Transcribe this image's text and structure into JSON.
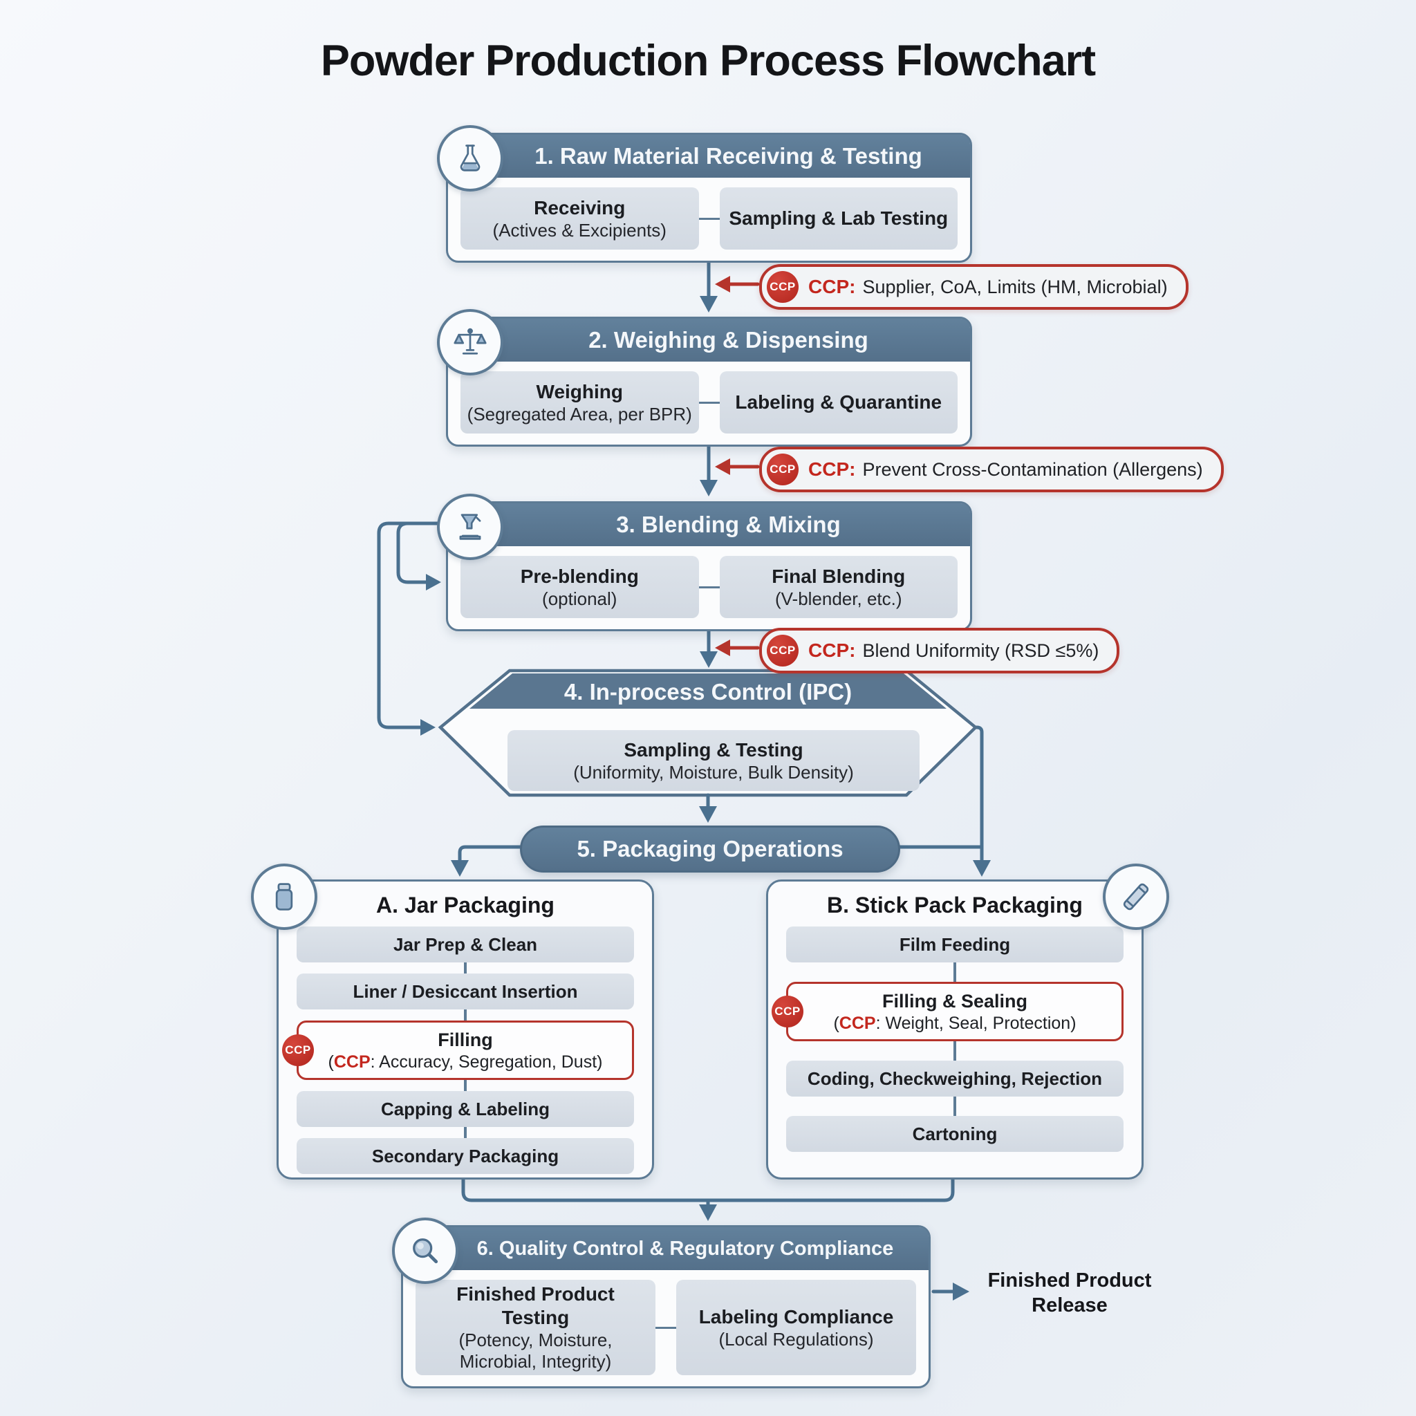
{
  "title": "Powder Production Process Flowchart",
  "stages": {
    "s1": {
      "title": "1. Raw Material Receiving & Testing",
      "icon": "flask-icon",
      "sub1_line1": "Receiving",
      "sub1_line2": "(Actives & Excipients)",
      "sub2_line1": "Sampling & Lab Testing"
    },
    "s2": {
      "title": "2. Weighing & Dispensing",
      "icon": "scale-icon",
      "sub1_line1": "Weighing",
      "sub1_line2": "(Segregated Area, per BPR)",
      "sub2_line1": "Labeling & Quarantine"
    },
    "s3": {
      "title": "3. Blending & Mixing",
      "icon": "funnel-icon",
      "sub1_line1": "Pre-blending",
      "sub1_line2": "(optional)",
      "sub2_line1": "Final Blending",
      "sub2_line2": "(V-blender, etc.)"
    },
    "s4": {
      "title": "4. In-process Control (IPC)",
      "sub_line1": "Sampling & Testing",
      "sub_line2": "(Uniformity, Moisture, Bulk Density)"
    },
    "s5": {
      "title": "5. Packaging Operations"
    },
    "s6": {
      "title": "6. Quality Control & Regulatory Compliance",
      "icon": "magnifier-icon",
      "sub1_line1": "Finished Product Testing",
      "sub1_line2": "(Potency, Moisture,",
      "sub1_line3": "Microbial, Integrity)",
      "sub2_line1": "Labeling Compliance",
      "sub2_line2": "(Local Regulations)"
    }
  },
  "ccp_callouts": {
    "badge": "CCP",
    "c1": {
      "label": "CCP:",
      "text": "Supplier, CoA, Limits (HM, Microbial)"
    },
    "c2": {
      "label": "CCP:",
      "text": "Prevent Cross-Contamination (Allergens)"
    },
    "c3": {
      "label": "CCP:",
      "text": "Blend Uniformity (RSD ≤5%)"
    }
  },
  "jar": {
    "title": "A. Jar Packaging",
    "step1": "Jar Prep & Clean",
    "step2": "Liner / Desiccant Insertion",
    "ccp_line1": "Filling",
    "ccp_open": "(",
    "ccp_label": "CCP",
    "ccp_rest": ": Accuracy, Segregation, Dust)",
    "step4": "Capping & Labeling",
    "step5": "Secondary Packaging"
  },
  "stick": {
    "title": "B. Stick Pack Packaging",
    "step1": "Film Feeding",
    "ccp_line1": "Filling & Sealing",
    "ccp_open": "(",
    "ccp_label": "CCP",
    "ccp_rest": ": Weight, Seal, Protection)",
    "step3": "Coding, Checkweighing, Rejection",
    "step4": "Cartoning"
  },
  "release": {
    "line1": "Finished Product",
    "line2": "Release"
  },
  "colors": {
    "slate_header": "#5a7690",
    "panel_border": "#5d7b95",
    "ccp_red": "#b5342c",
    "connector_blue": "#4a708f",
    "substep_bg": "#d9dfe6"
  }
}
